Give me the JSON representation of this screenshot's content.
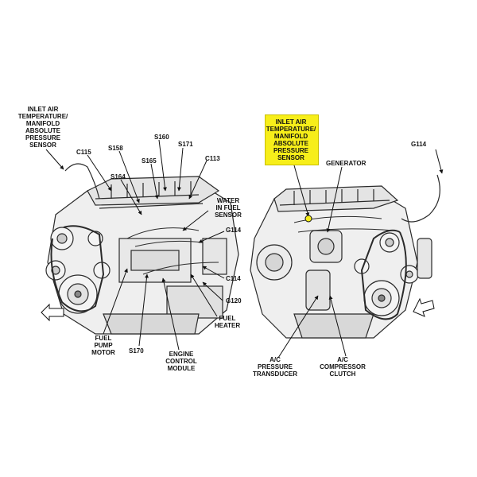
{
  "colors": {
    "highlight": "#f7ee1a",
    "ink": "#111111",
    "engine_stroke": "#2a2a2a",
    "engine_fill": "#f2f2f2"
  },
  "left_engine": {
    "labels": {
      "iat_map": [
        "INLET AIR",
        "TEMPERATURE/",
        "MANIFOLD",
        "ABSOLUTE",
        "PRESSURE",
        "SENSOR"
      ],
      "c115": "C115",
      "s158": "S158",
      "s160": "S160",
      "s171": "S171",
      "s165": "S165",
      "s164": "S164",
      "c113": "C113",
      "wif": [
        "WATER",
        "IN FUEL",
        "SENSOR"
      ],
      "g114": "G114",
      "c114": "C114",
      "g120": "G120",
      "fuel_heater": [
        "FUEL",
        "HEATER"
      ],
      "fuel_pump": [
        "FUEL",
        "PUMP",
        "MOTOR"
      ],
      "s170": "S170",
      "ecm": [
        "ENGINE",
        "CONTROL",
        "MODULE"
      ]
    }
  },
  "right_engine": {
    "labels": {
      "iat_map": [
        "INLET  AIR",
        "TEMPERATURE/",
        "MANIFOLD",
        "ABSOLUTE",
        "PRESSURE",
        "SENSOR"
      ],
      "g114": "G114",
      "generator": "GENERATOR",
      "ac_transducer": [
        "A/C",
        "PRESSURE",
        "TRANSDUCER"
      ],
      "ac_clutch": [
        "A/C",
        "COMPRESSOR",
        "CLUTCH"
      ]
    }
  }
}
